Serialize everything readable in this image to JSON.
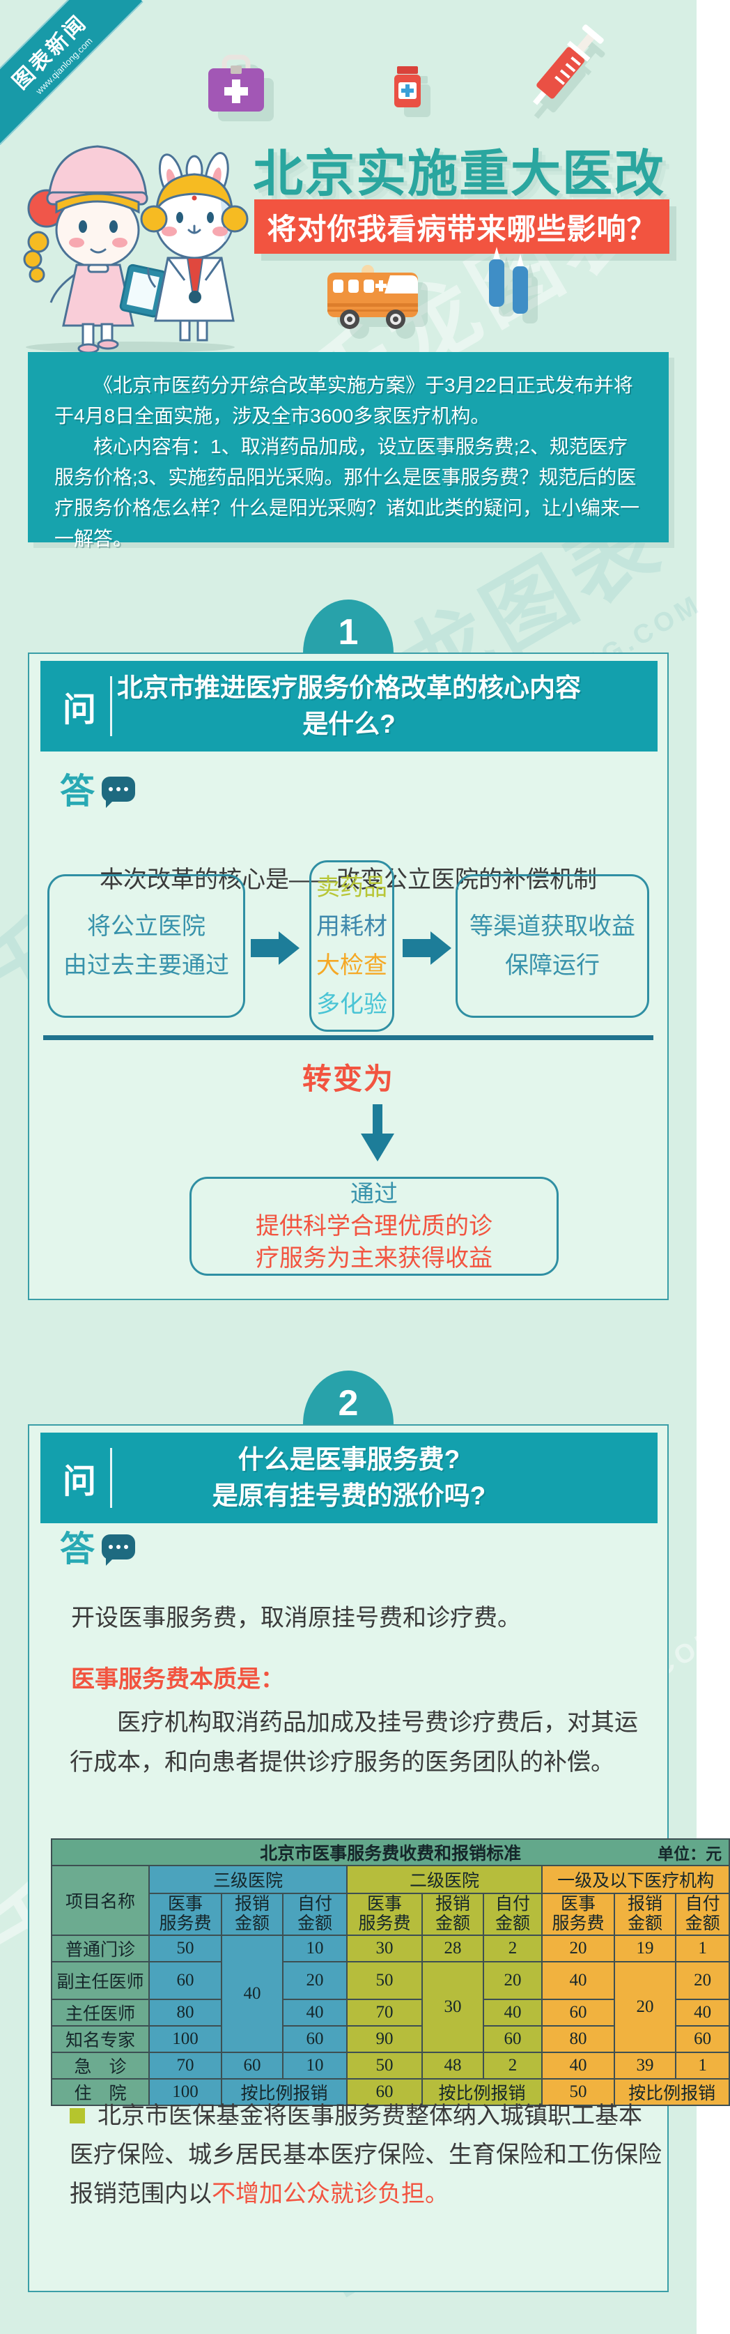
{
  "ribbon": {
    "title": "图表新闻",
    "url": "www.qianlong.com"
  },
  "watermark": {
    "brand": "千龙图表",
    "site": "CHART.QIANLONG.COM"
  },
  "header": {
    "title": "北京实施重大医改",
    "banner": "将对你我看病带来哪些影响？"
  },
  "intro": {
    "p1": "《北京市医药分开综合改革实施方案》于3月22日正式发布并将于4月8日全面实施，涉及全市3600多家医疗机构。",
    "p2": "核心内容有：1、取消药品加成，设立医事服务费;2、规范医疗服务价格;3、实施药品阳光采购。那什么是医事服务费？规范后的医疗服务价格怎么样？什么是阳光采购？诸如此类的疑问，让小编来一一解答。"
  },
  "section1": {
    "number": "1",
    "q_label": "问",
    "q_line1": "北京市推进医疗服务价格改革的核心内容",
    "q_line2": "是什么?",
    "a_label": "答",
    "core": "本次改革的核心是——改变公立医院的补偿机制",
    "flow": {
      "left_line1": "将公立医院",
      "left_line2": "由过去主要通过",
      "middle": [
        {
          "label": "卖药品",
          "color": "#b8c637"
        },
        {
          "label": "用耗材",
          "color": "#3d88ac"
        },
        {
          "label": "大检查",
          "color": "#f5a825"
        },
        {
          "label": "多化验",
          "color": "#49c4d5"
        }
      ],
      "right_line1": "等渠道获取收益",
      "right_line2": "保障运行"
    },
    "transform_label": "转变为",
    "result": {
      "line1": "通过",
      "line2": "提供科学合理优质的诊",
      "line3": "疗服务为主来获得收益"
    }
  },
  "section2": {
    "number": "2",
    "q_label": "问",
    "q_line1": "什么是医事服务费?",
    "q_line2": "是原有挂号费的涨价吗?",
    "a_label": "答",
    "p1": "开设医事服务费，取消原挂号费和诊疗费。",
    "highlight": "医事服务费本质是：",
    "p2": "医疗机构取消药品加成及挂号费诊疗费后，对其运行成本，和向患者提供诊疗服务的医务团队的补偿。",
    "note_prefix": "北京市医保基金将医事服务费整体纳入城镇职工基本医疗保险、城乡居民基本医疗保险、生育保险和工伤保险报销范围内以",
    "note_red": "不增加公众就诊负担。"
  },
  "chart_data": {
    "type": "table",
    "title": "北京市医事服务费收费和报销标准",
    "unit_label": "单位：元",
    "row_header": "项目名称",
    "groups": [
      "三级医院",
      "二级医院",
      "一级及以下医疗机构"
    ],
    "sub_headers": [
      "医事服务费",
      "报销金额",
      "自付金额"
    ],
    "sub_lines": [
      [
        "医事",
        "服务费"
      ],
      [
        "报销",
        "金额"
      ],
      [
        "自付",
        "金额"
      ]
    ],
    "rows": [
      {
        "name": "普通门诊",
        "c1": "50",
        "c2": "40",
        "c3": "10",
        "c4": "30",
        "c5": "28",
        "c6": "2",
        "c7": "20",
        "c8": "19",
        "c9": "1"
      },
      {
        "name": "副主任医师",
        "c1": "60",
        "c3": "20",
        "c4": "50",
        "c5": "30",
        "c6": "20",
        "c7": "40",
        "c8": "20",
        "c9": "20"
      },
      {
        "name": "主任医师",
        "c1": "80",
        "c3": "40",
        "c4": "70",
        "c6": "40",
        "c7": "60",
        "c9": "40"
      },
      {
        "name": "知名专家",
        "c1": "100",
        "c3": "60",
        "c4": "90",
        "c6": "60",
        "c7": "80",
        "c9": "60"
      },
      {
        "name": "急　诊",
        "c1": "70",
        "c2": "60",
        "c3": "10",
        "c4": "50",
        "c5": "48",
        "c6": "2",
        "c7": "40",
        "c8": "39",
        "c9": "1"
      },
      {
        "name": "住　院",
        "c1": "100",
        "c2": "按比例报销",
        "c4": "60",
        "c5": "按比例报销",
        "c7": "50",
        "c8": "按比例报销"
      }
    ]
  },
  "colors": {
    "page_bg": "#d7efe4",
    "section_bg": "#e3f6ec",
    "teal_title": "#2aa69f",
    "teal_bar": "#13a0ad",
    "teal_border": "#3a9ea7",
    "red_accent": "#f25440",
    "table_green": "#6cab90",
    "table_blue": "#4ba3bd",
    "table_yellow_green": "#b6bd3c",
    "table_orange": "#f1b23f",
    "bullet_green": "#b5c52d"
  }
}
